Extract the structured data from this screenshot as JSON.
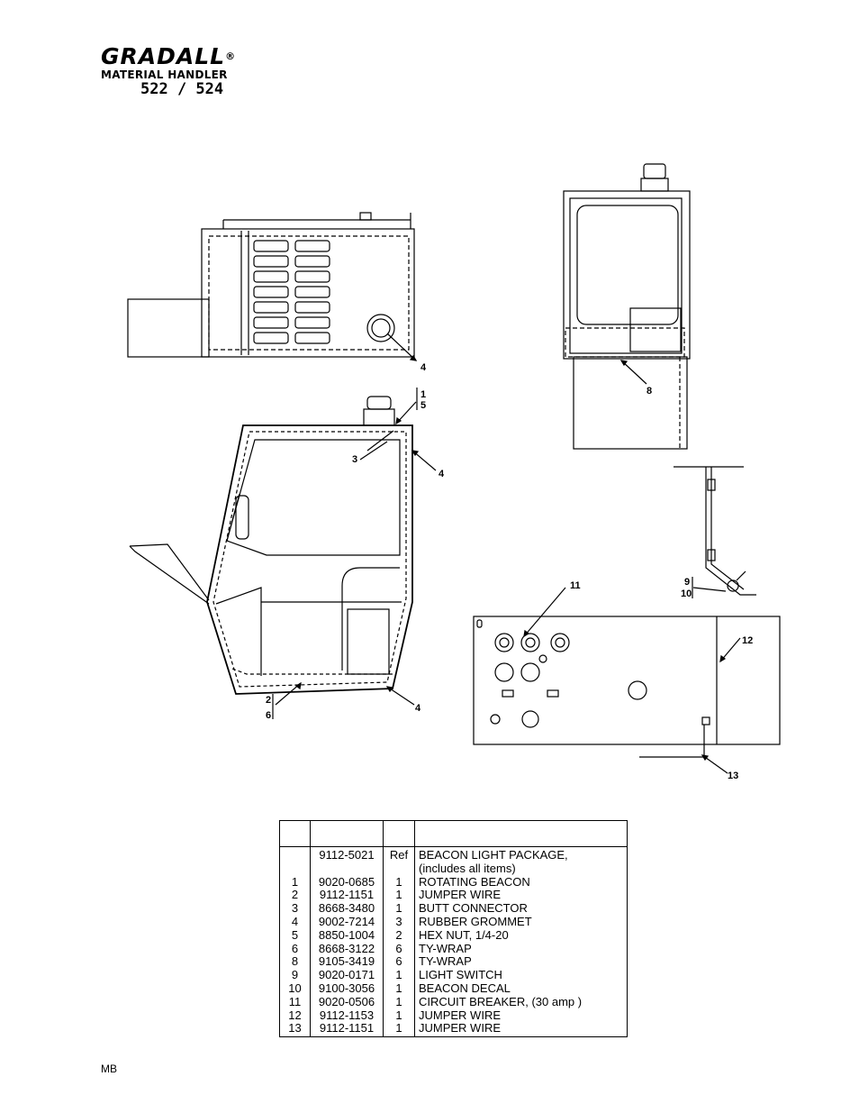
{
  "logo": {
    "brand": "GRADALL",
    "reg": "®",
    "subtitle": "MATERIAL HANDLER",
    "model": "522 / 524"
  },
  "callouts": {
    "n1": "1",
    "n2": "2",
    "n3": "3",
    "n4": "4",
    "n5": "5",
    "n6": "6",
    "n8": "8",
    "n9": "9",
    "n10": "10",
    "n11": "11",
    "n12": "12",
    "n13": "13"
  },
  "parts_table": {
    "rows": [
      {
        "item": "",
        "part": "9112-5021",
        "qty": "Ref",
        "desc": "BEACON LIGHT PACKAGE,"
      },
      {
        "item": "",
        "part": "",
        "qty": "",
        "desc": "(includes all items)"
      },
      {
        "item": "1",
        "part": "9020-0685",
        "qty": "1",
        "desc": "ROTATING BEACON"
      },
      {
        "item": "2",
        "part": "9112-1151",
        "qty": "1",
        "desc": "JUMPER WIRE"
      },
      {
        "item": "3",
        "part": "8668-3480",
        "qty": "1",
        "desc": "BUTT CONNECTOR"
      },
      {
        "item": "4",
        "part": "9002-7214",
        "qty": "3",
        "desc": "RUBBER GROMMET"
      },
      {
        "item": "5",
        "part": "8850-1004",
        "qty": "2",
        "desc": "HEX NUT, 1/4-20"
      },
      {
        "item": "6",
        "part": "8668-3122",
        "qty": "6",
        "desc": "TY-WRAP"
      },
      {
        "item": "8",
        "part": "9105-3419",
        "qty": "6",
        "desc": "TY-WRAP"
      },
      {
        "item": "9",
        "part": "9020-0171",
        "qty": "1",
        "desc": "LIGHT SWITCH"
      },
      {
        "item": "10",
        "part": "9100-3056",
        "qty": "1",
        "desc": "BEACON DECAL"
      },
      {
        "item": "11",
        "part": "9020-0506",
        "qty": "1",
        "desc": "CIRCUIT BREAKER, (30 amp )"
      },
      {
        "item": "12",
        "part": "9112-1153",
        "qty": "1",
        "desc": "JUMPER WIRE"
      },
      {
        "item": "13",
        "part": "9112-1151",
        "qty": "1",
        "desc": "JUMPER WIRE"
      }
    ]
  },
  "footer": {
    "code": "MB"
  }
}
